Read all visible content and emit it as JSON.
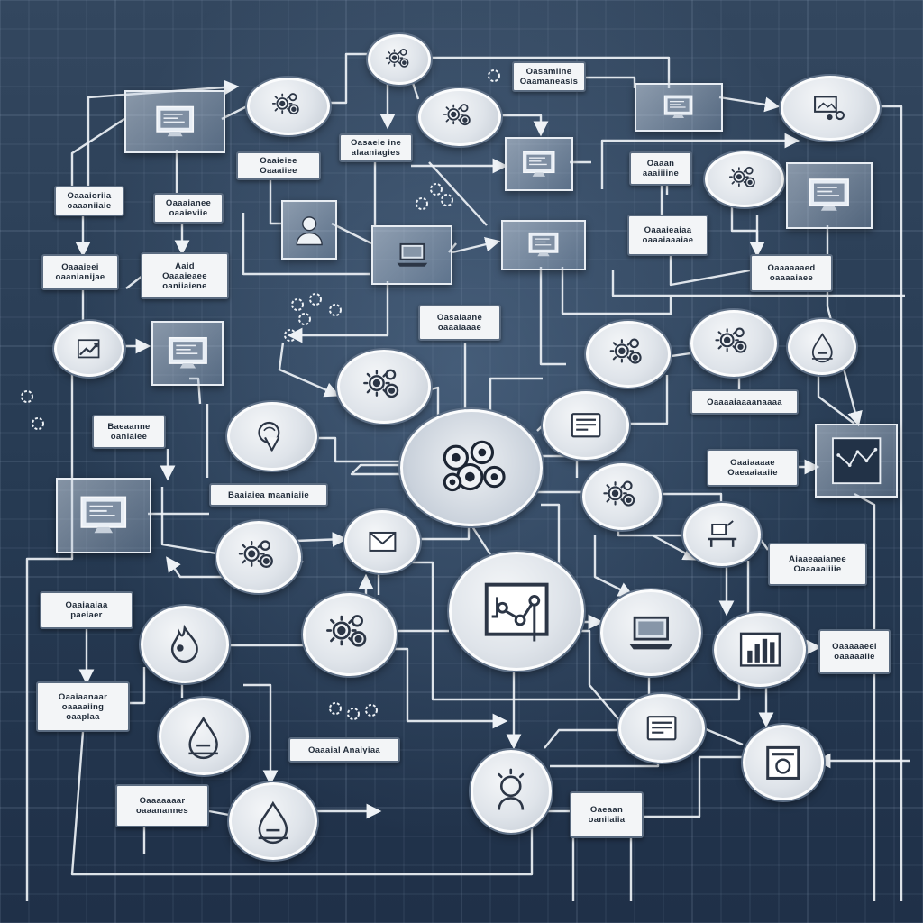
{
  "colors": {
    "background": "#2a3b52",
    "grid_line": "#8ea3bb",
    "connector": "#eef2f6",
    "label_fill": "#f3f5f7",
    "label_border": "#5a6b80",
    "label_text": "#1f2a38"
  },
  "labels": {
    "l01": "Oasamiine\nOaamaneasis",
    "l02": "Oasaeie ine\nalaaniagies",
    "l03": "Oaaieiee\nOaaaiiee",
    "l04": "Oaaaioriia\noaaaniiaie",
    "l05": "Oaaaianee\noaaieviie",
    "l06": "Oaaaieei\noaanianijae",
    "l07": "Aaid\nOaaaieaee\noaniiaiene",
    "l08": "Oasaiaane\noaaaiaaae",
    "l09": "Baeaanne\noaniaiee",
    "l10": "Baaiaiea maaniaiie",
    "l11": "Oaaiaaiaa\npaeiaer",
    "l12": "Oaaiaanaar\noaaaaiing\noaaplaa",
    "l13": "Oaaaial Anaiyiaa",
    "l14": "Oaaaaaaar\noaaanannes",
    "l15": "Oaeaan\noaniiaiia",
    "l16": "Oaaan\naaaiiiine",
    "l17": "Oaaaieaiaa\noaaaiaaaiae",
    "l18": "Oaaaaiaaaanaaaa",
    "l19": "Oaaiaaaae\nOaeaaiaaiie",
    "l20": "Aiaaeaaianee\nOaaaaaiiiie",
    "l21": "Oaaaaaeel\noaaaaaiie",
    "l22": "Oaaaaaaed\noaaaaiaee"
  },
  "icons": {
    "n01": "gears-icon",
    "n02": "gears-icon",
    "n03": "gears-icon",
    "n04": "image-icon",
    "n05": "trend-chart-icon",
    "n06": "location-pin-icon",
    "n07": "central-gears-hub-icon",
    "n08": "gears-icon",
    "n09": "envelope-icon",
    "n10": "gears-icon",
    "n11": "flame-drop-icon",
    "n12": "droplet-icon",
    "n13": "process-flow-chart-icon",
    "n14": "laptop-icon",
    "n15": "bar-chart-icon",
    "n16": "document-icon",
    "n17": "picture-frame-icon",
    "n18": "lightbulb-person-icon",
    "n19": "gears-icon",
    "n20": "gears-icon",
    "n21": "monitor-icon",
    "n22": "user-icon",
    "n23": "gears-icon",
    "n24": "clipboard-icon",
    "n25": "drop-icon",
    "n26": "gears-icon",
    "n27": "document-icon",
    "n28": "gears-icon",
    "n29": "desk-icon",
    "n30": "gears-icon",
    "s01": "monitor-icon",
    "s02": "monitor-icon",
    "s03": "monitor-icon",
    "s04": "monitor-icon",
    "s05": "monitor-icon",
    "s06": "monitor-icon",
    "s07": "laptop-icon",
    "s08": "monitor-icon",
    "s09": "monitor-icon",
    "s10": "network-chart-icon",
    "s11": "document-icon"
  }
}
